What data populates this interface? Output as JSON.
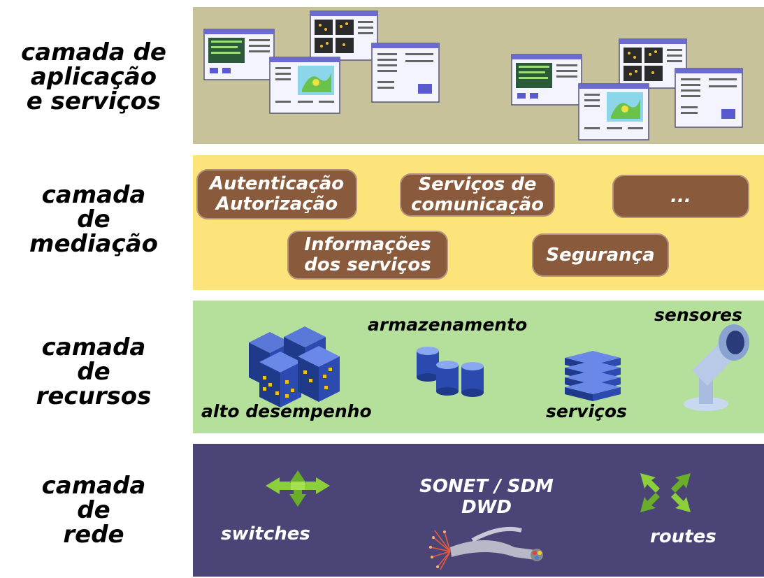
{
  "layers": {
    "application": {
      "label": "camada de\naplicação\ne serviços"
    },
    "mediation": {
      "label": "camada\nde\nmediação",
      "services": [
        {
          "text": "Autenticação\nAutorização"
        },
        {
          "text": "Serviços de\ncomunicação"
        },
        {
          "text": "..."
        },
        {
          "text": "Informações\ndos serviços"
        },
        {
          "text": "Segurança"
        }
      ]
    },
    "resources": {
      "label": "camada\nde\nrecursos",
      "items": {
        "high_performance": "alto desempenho",
        "storage": "armazenamento",
        "services": "serviços",
        "sensors": "sensores"
      }
    },
    "network": {
      "label": "camada\nde\nrede",
      "items": {
        "switches": "switches",
        "optical": "SONET / SDM\nDWD",
        "routes": "routes"
      }
    }
  },
  "colors": {
    "application_band": "#c7c29a",
    "mediation_band": "#fde47a",
    "resources_band": "#b5e09b",
    "network_band": "#4a4477",
    "pill": "#8a5a3c"
  }
}
